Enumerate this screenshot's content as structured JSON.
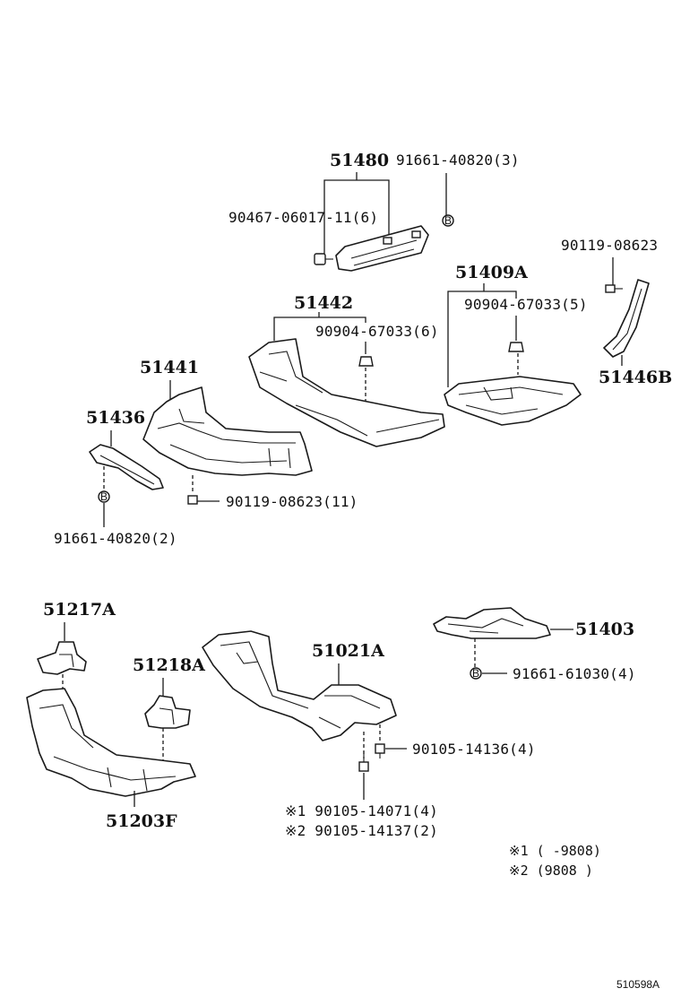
{
  "labels": {
    "p51480": "51480",
    "p91661_40820_3": "91661-40820(3)",
    "p90467": "90467-06017-11(6)",
    "p90119_top": "90119-08623",
    "p51409A": "51409A",
    "p51442": "51442",
    "p90904_5": "90904-67033(5)",
    "p90904_6": "90904-67033(6)",
    "p51441": "51441",
    "p51446B": "51446B",
    "p51436": "51436",
    "p90119_11": "90119-08623(11)",
    "p91661_40820_2": "91661-40820(2)",
    "p51217A": "51217A",
    "p51403": "51403",
    "p51218A": "51218A",
    "p51021A": "51021A",
    "p91661_61030": "91661-61030(4)",
    "p90105_14136": "90105-14136(4)",
    "p51203F": "51203F",
    "note1_part": "※1  90105-14071(4)",
    "note2_part": "※2  90105-14137(2)",
    "legend1": "※1  (      -9808)",
    "legend2": "※2  (9808        )",
    "diagram_code": "510598A"
  },
  "symbols": {
    "clip_marker": "B"
  }
}
